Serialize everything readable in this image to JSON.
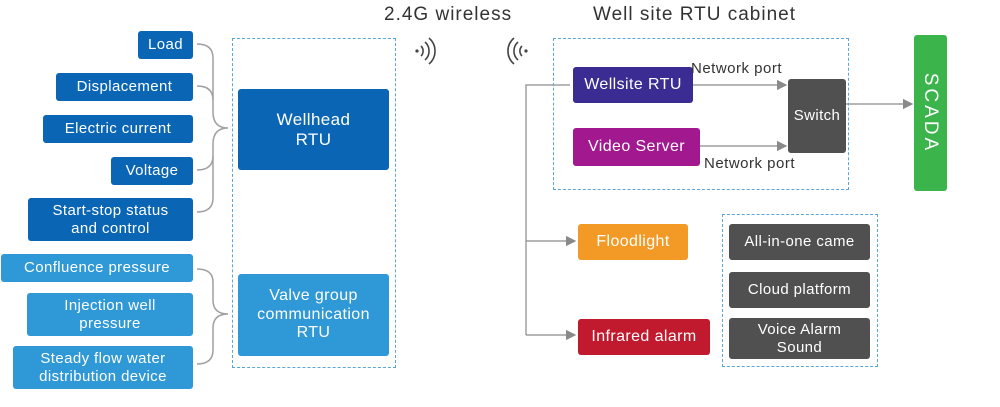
{
  "headers": {
    "wireless": "2.4G wireless",
    "cabinet": "Well site RTU cabinet"
  },
  "sensors_group1": [
    "Load",
    "Displacement",
    "Electric current",
    "Voltage",
    "Start-stop status\nand control"
  ],
  "sensors_group2": [
    "Confluence pressure",
    "Injection well\npressure",
    "Steady flow water\ndistribution device"
  ],
  "rtus": {
    "wellhead": "Wellhead\nRTU",
    "valve_group": "Valve group\ncommunication\nRTU"
  },
  "cabinet": {
    "wellsite_rtu": "Wellsite RTU",
    "video_server": "Video Server",
    "switch": "Switch",
    "network_port_top": "Network port",
    "network_port_bottom": "Network port"
  },
  "scada": "SCADA",
  "peripherals": {
    "floodlight": "Floodlight",
    "infrared_alarm": "Infrared alarm"
  },
  "devices": [
    "All-in-one came",
    "Cloud platform",
    "Voice Alarm\nSound"
  ],
  "colors": {
    "dark_blue": "#0a66b5",
    "light_blue": "#2f98d6",
    "navy": "#3a2c93",
    "purple": "#a2188f",
    "gray": "#505050",
    "orange": "#f39a26",
    "red": "#c1192d",
    "green": "#3bb44b",
    "dashed_border": "#5aa6d8"
  }
}
